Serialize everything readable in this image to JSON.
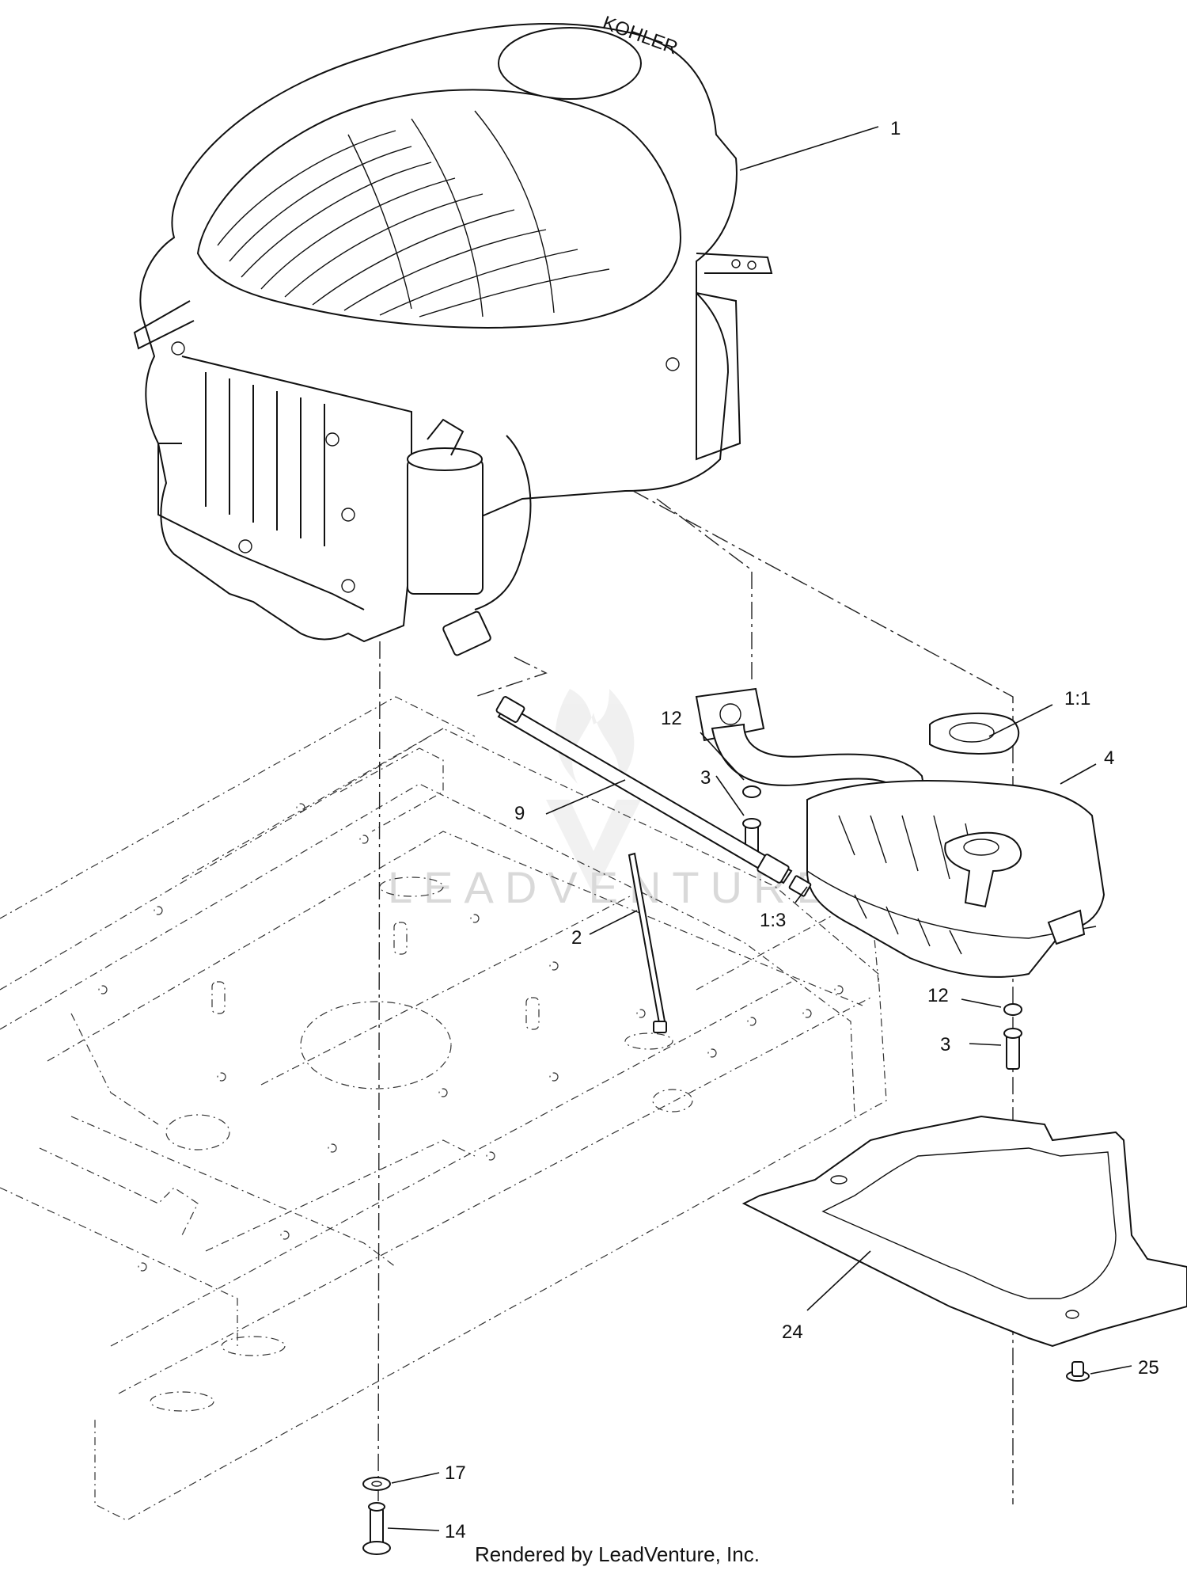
{
  "callouts": [
    {
      "id": "1",
      "text": "1"
    },
    {
      "id": "1-1",
      "text": "1:1"
    },
    {
      "id": "12-upper",
      "text": "12"
    },
    {
      "id": "4",
      "text": "4"
    },
    {
      "id": "3-upper",
      "text": "3"
    },
    {
      "id": "9",
      "text": "9"
    },
    {
      "id": "2",
      "text": "2"
    },
    {
      "id": "1-3",
      "text": "1:3"
    },
    {
      "id": "12-lower",
      "text": "12"
    },
    {
      "id": "3-lower",
      "text": "3"
    },
    {
      "id": "24",
      "text": "24"
    },
    {
      "id": "25",
      "text": "25"
    },
    {
      "id": "17",
      "text": "17"
    },
    {
      "id": "14",
      "text": "14"
    }
  ],
  "engine_brand": "KOHLER",
  "watermark": "LEADVENTURE",
  "footer": "Rendered by LeadVenture, Inc.",
  "colors": {
    "line": "#111111",
    "watermark": "#d9d9d9",
    "background": "#ffffff"
  }
}
